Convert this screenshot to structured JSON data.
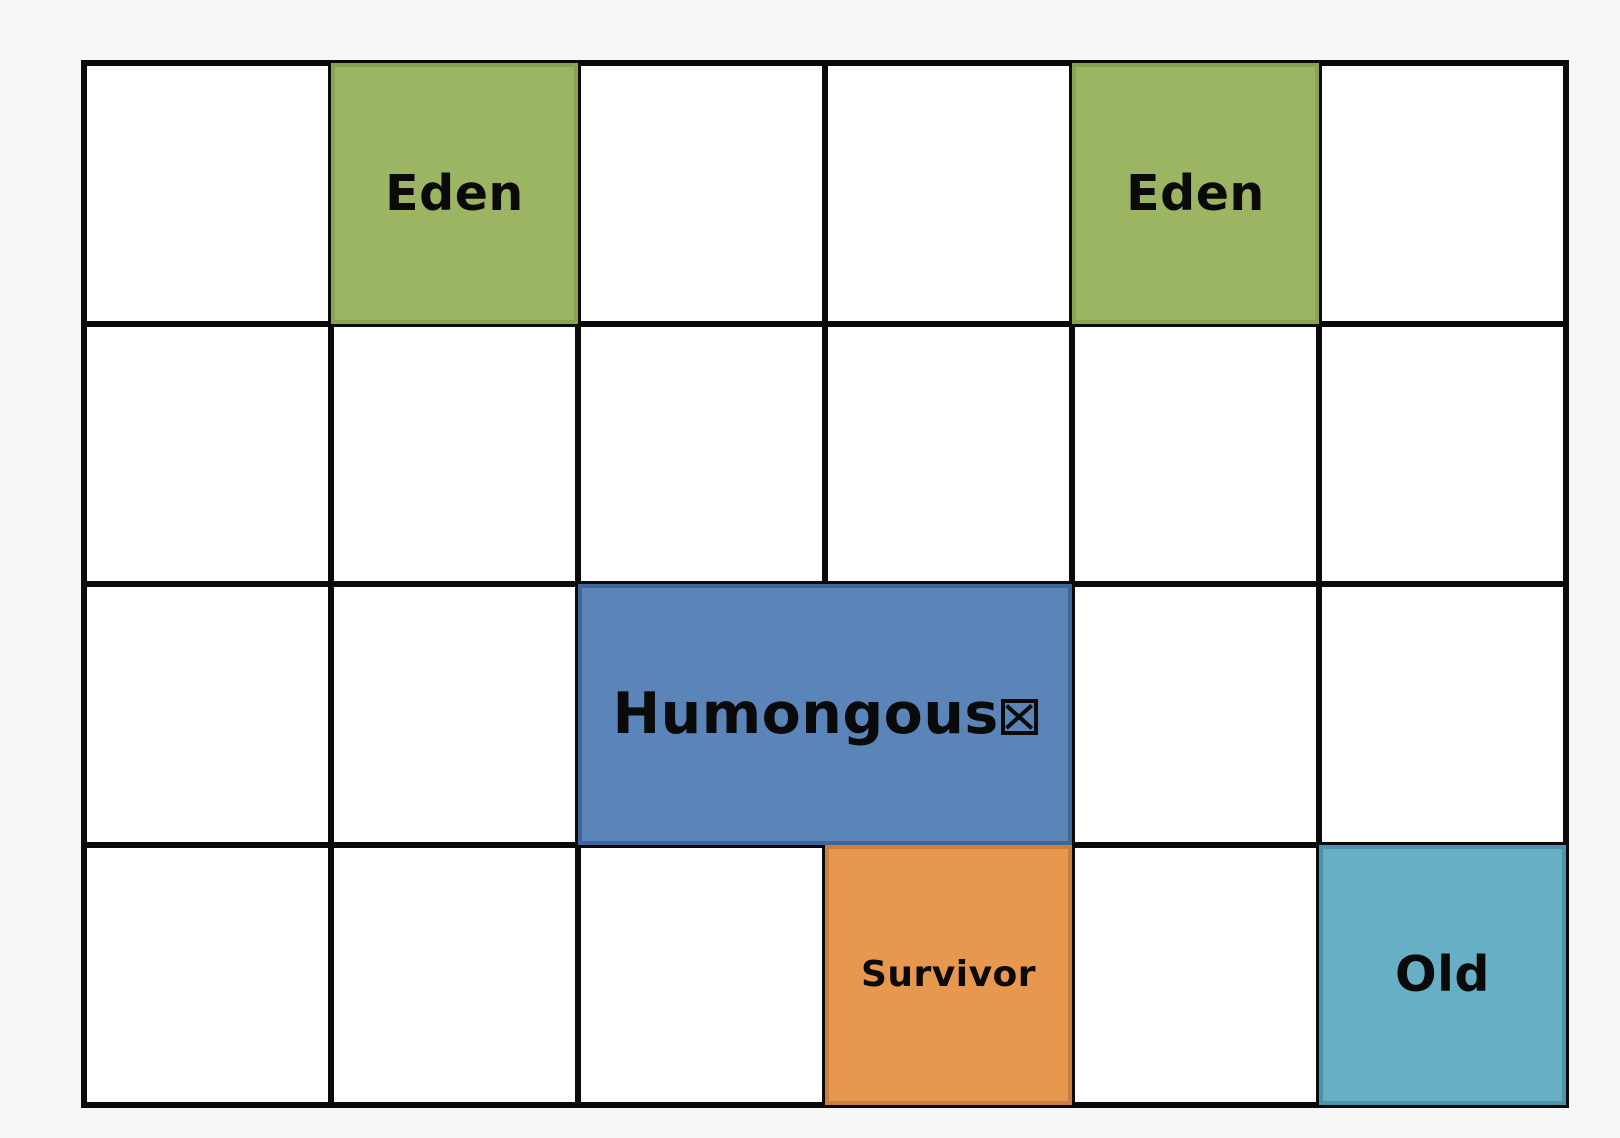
{
  "diagram": {
    "type": "grid-map",
    "columns": 6,
    "rows": 4,
    "background_color": "#f7f7f7",
    "cell_fill": "#ffffff",
    "grid_line_color": "#0a0a0a",
    "regions": [
      {
        "id": "eden-left",
        "label": "Eden",
        "color": "#9cb563",
        "col_start": 2,
        "col_span": 1,
        "row_start": 1,
        "row_span": 1,
        "text_size": "medium"
      },
      {
        "id": "eden-right",
        "label": "Eden",
        "color": "#9cb563",
        "col_start": 5,
        "col_span": 1,
        "row_start": 1,
        "row_span": 1,
        "text_size": "medium"
      },
      {
        "id": "humongous",
        "label": "Humongous",
        "label_suffix_glyph": "missing-glyph-box",
        "color": "#5b84b8",
        "col_start": 3,
        "col_span": 2,
        "row_start": 3,
        "row_span": 1,
        "text_size": "large"
      },
      {
        "id": "survivor",
        "label": "Survivor",
        "color": "#e8974f",
        "col_start": 4,
        "col_span": 1,
        "row_start": 4,
        "row_span": 1,
        "text_size": "small"
      },
      {
        "id": "old",
        "label": "Old",
        "color": "#67afc5",
        "col_start": 6,
        "col_span": 1,
        "row_start": 4,
        "row_span": 1,
        "text_size": "medium"
      }
    ]
  }
}
